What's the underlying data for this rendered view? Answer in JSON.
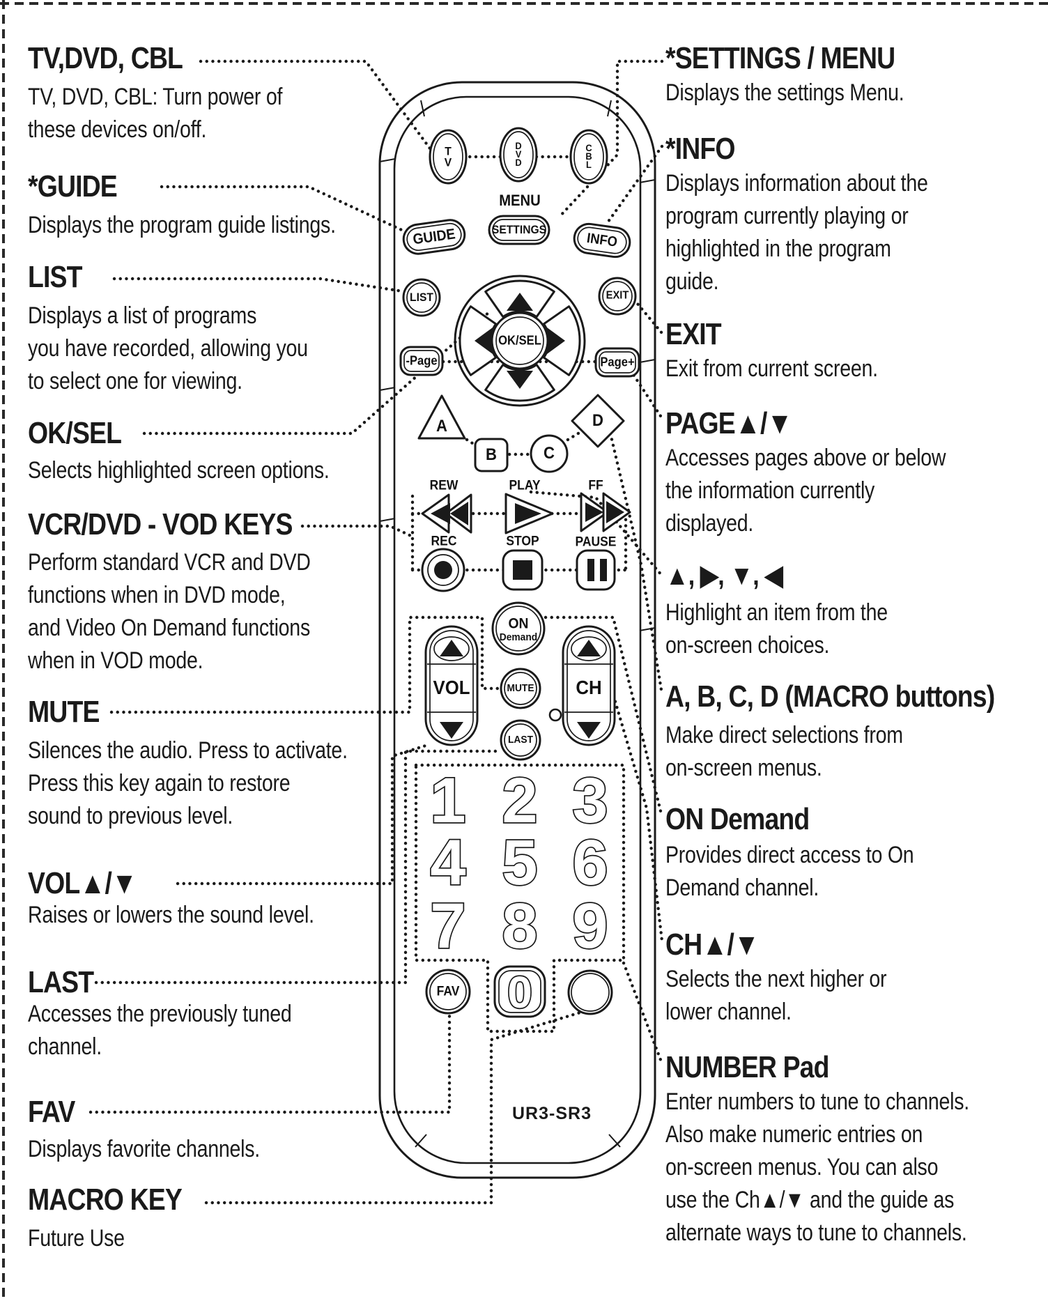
{
  "page": {
    "model": "UR3-SR3"
  },
  "left_column": {
    "tv_dvd_cbl": {
      "heading": "TV,DVD, CBL",
      "body": "TV, DVD, CBL: Turn power of\nthese devices on/off."
    },
    "guide": {
      "heading": "*GUIDE",
      "body": "Displays the program guide listings."
    },
    "list": {
      "heading": "LIST",
      "body": "Displays a list of programs\nyou have recorded, allowing you\nto select one for viewing."
    },
    "ok_sel": {
      "heading": "OK/SEL",
      "body": "Selects highlighted screen options."
    },
    "vcr": {
      "heading": "VCR/DVD - VOD KEYS",
      "body": "Perform standard VCR and DVD\nfunctions when in DVD mode,\nand Video On Demand functions\nwhen in VOD mode."
    },
    "mute": {
      "heading": "MUTE",
      "body": "Silences the audio. Press to activate.\nPress this key again to restore\nsound to previous level."
    },
    "vol": {
      "heading": "VOL▲/▼",
      "body": "Raises or lowers the sound level."
    },
    "last": {
      "heading": "LAST",
      "body": "Accesses the previously tuned\nchannel."
    },
    "fav": {
      "heading": "FAV",
      "body": "Displays favorite channels."
    },
    "macro": {
      "heading": "MACRO KEY",
      "body": "Future Use"
    }
  },
  "right_column": {
    "settings": {
      "heading": "*SETTINGS / MENU",
      "body": "Displays the settings Menu."
    },
    "info": {
      "heading": "*INFO",
      "body": "Displays information about the\nprogram currently playing or\nhighlighted in the program\nguide."
    },
    "exit": {
      "heading": "EXIT",
      "body": "Exit from current screen."
    },
    "page_keys": {
      "heading": "PAGE▲/▼",
      "body": "Accesses pages above or below\nthe information currently\ndisplayed."
    },
    "arrows": {
      "heading": "▲, ▶, ▼, ◀",
      "body": "Highlight an item from the\non-screen choices."
    },
    "abcd": {
      "heading": "A, B, C, D (MACRO buttons)",
      "body": "Make direct selections from\non-screen menus."
    },
    "on_demand": {
      "heading": "ON Demand",
      "body": "Provides direct access to On\nDemand channel."
    },
    "ch": {
      "heading": "CH▲/▼",
      "body": "Selects the next higher or\nlower channel."
    },
    "number_pad": {
      "heading": "NUMBER Pad",
      "body": "Enter numbers to tune to channels.\nAlso make numeric entries on\non-screen menus. You can also\nuse the Ch▲/▼ and the guide as\nalternate ways to tune to channels."
    }
  },
  "remote": {
    "model_label": "UR3-SR3",
    "buttons": {
      "tv": "T\nV",
      "dvd": "D\nV\nD",
      "cbl": "C\nB\nL",
      "menu_label": "MENU",
      "settings": "SETTINGS",
      "guide": "GUIDE",
      "info": "INFO",
      "list": "LIST",
      "exit": "EXIT",
      "ok_sel": "OK/SEL",
      "page_minus": "-Page",
      "page_plus": "Page+",
      "a": "A",
      "b": "B",
      "c": "C",
      "d": "D",
      "rew_label": "REW",
      "play_label": "PLAY",
      "ff_label": "FF",
      "rec_label": "REC",
      "stop_label": "STOP",
      "pause_label": "PAUSE",
      "on_demand_top": "ON",
      "on_demand_bottom": "Demand",
      "vol": "VOL",
      "mute": "MUTE",
      "ch": "CH",
      "last": "LAST",
      "fav": "FAV",
      "digits": [
        "1",
        "2",
        "3",
        "4",
        "5",
        "6",
        "7",
        "8",
        "9"
      ],
      "zero": "0"
    }
  }
}
